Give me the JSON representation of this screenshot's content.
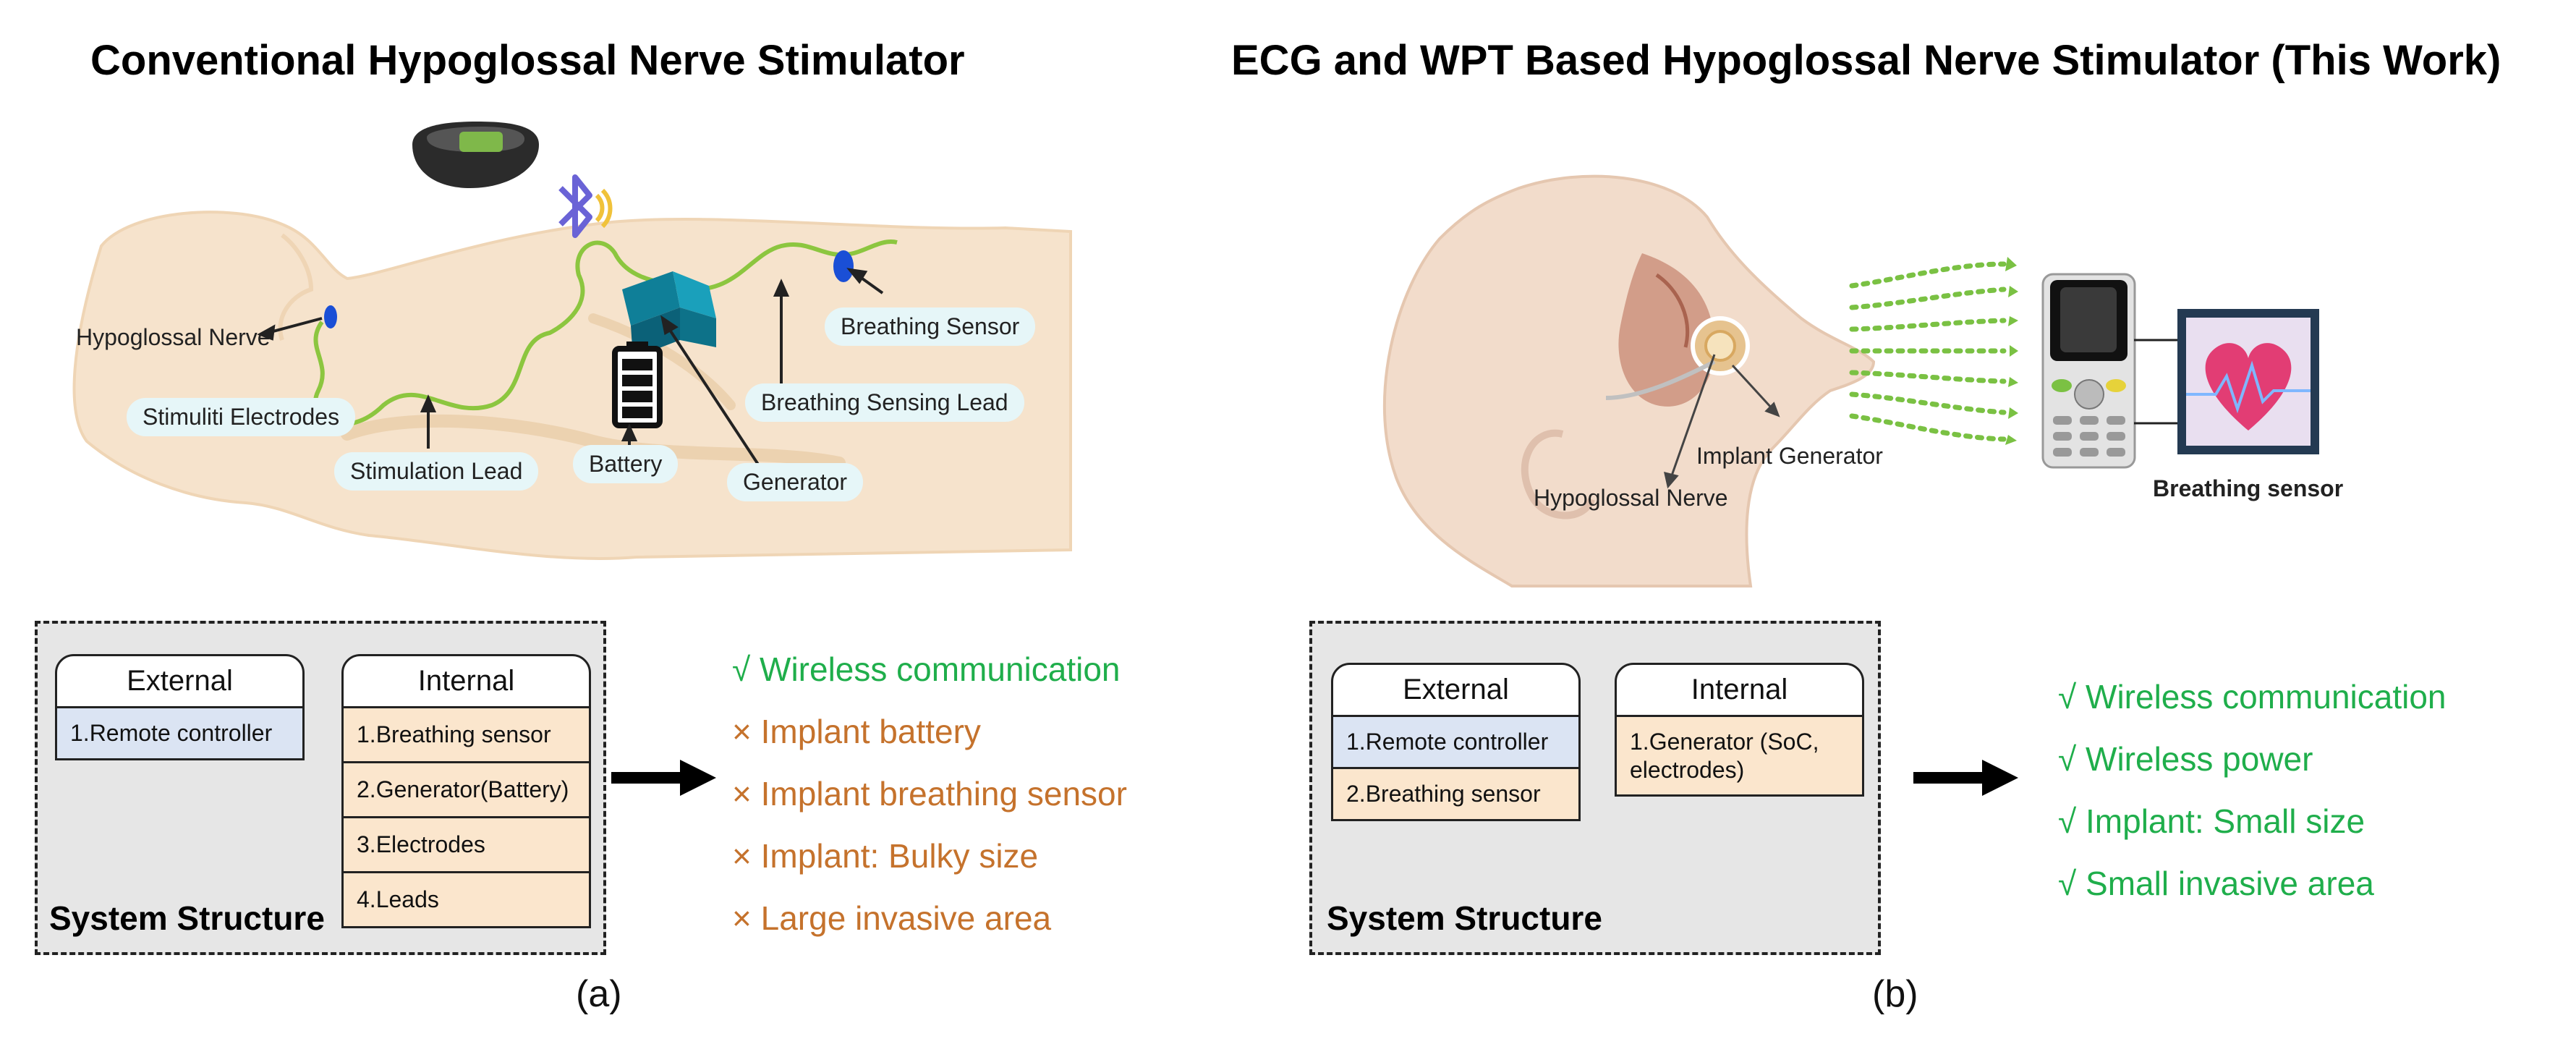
{
  "left": {
    "title": "Conventional Hypoglossal Nerve Stimulator",
    "labels": {
      "hypoglossal_nerve": "Hypoglossal Nerve",
      "stimuli_electrodes": "Stimuliti Electrodes",
      "stimulation_lead": "Stimulation Lead",
      "battery": "Battery",
      "generator": "Generator",
      "breathing_sensing_lead": "Breathing Sensing Lead",
      "breathing_sensor": "Breathing Sensor"
    },
    "structure": {
      "title": "System Structure",
      "external_header": "External",
      "external_items": [
        "1.Remote controller"
      ],
      "internal_header": "Internal",
      "internal_items": [
        "1.Breathing sensor",
        "2.Generator(Battery)",
        "3.Electrodes",
        "4.Leads"
      ]
    },
    "features": [
      {
        "text": "√ Wireless communication",
        "status": "good"
      },
      {
        "text": "× Implant battery",
        "status": "bad"
      },
      {
        "text": "× Implant breathing sensor",
        "status": "bad"
      },
      {
        "text": "× Implant:  Bulky size",
        "status": "bad"
      },
      {
        "text": "× Large invasive area",
        "status": "bad"
      }
    ],
    "caption": "(a)"
  },
  "right": {
    "title": "ECG and WPT Based Hypoglossal Nerve Stimulator (This Work)",
    "labels": {
      "implant_generator": "Implant Generator",
      "hypoglossal_nerve": "Hypoglossal Nerve",
      "breathing_sensor": "Breathing sensor"
    },
    "structure": {
      "title": "System Structure",
      "external_header": "External",
      "external_items": [
        "1.Remote controller",
        "2.Breathing sensor"
      ],
      "internal_header": "Internal",
      "internal_items": [
        "1.Generator (SoC, electrodes)"
      ]
    },
    "features": [
      {
        "text": "√ Wireless communication",
        "status": "good"
      },
      {
        "text": "√ Wireless power",
        "status": "good"
      },
      {
        "text": "√ Implant: Small size",
        "status": "good"
      },
      {
        "text": "√ Small invasive area",
        "status": "good"
      }
    ],
    "caption": "(b)"
  },
  "colors": {
    "good": "#1fae4b",
    "bad": "#c5722c",
    "lead": "#8cc63f",
    "body_skin": "#f6e3cc",
    "external_cell": "#dbe4f3",
    "internal_cell": "#fbe6cd",
    "panel_bg": "#e6e6e6"
  }
}
